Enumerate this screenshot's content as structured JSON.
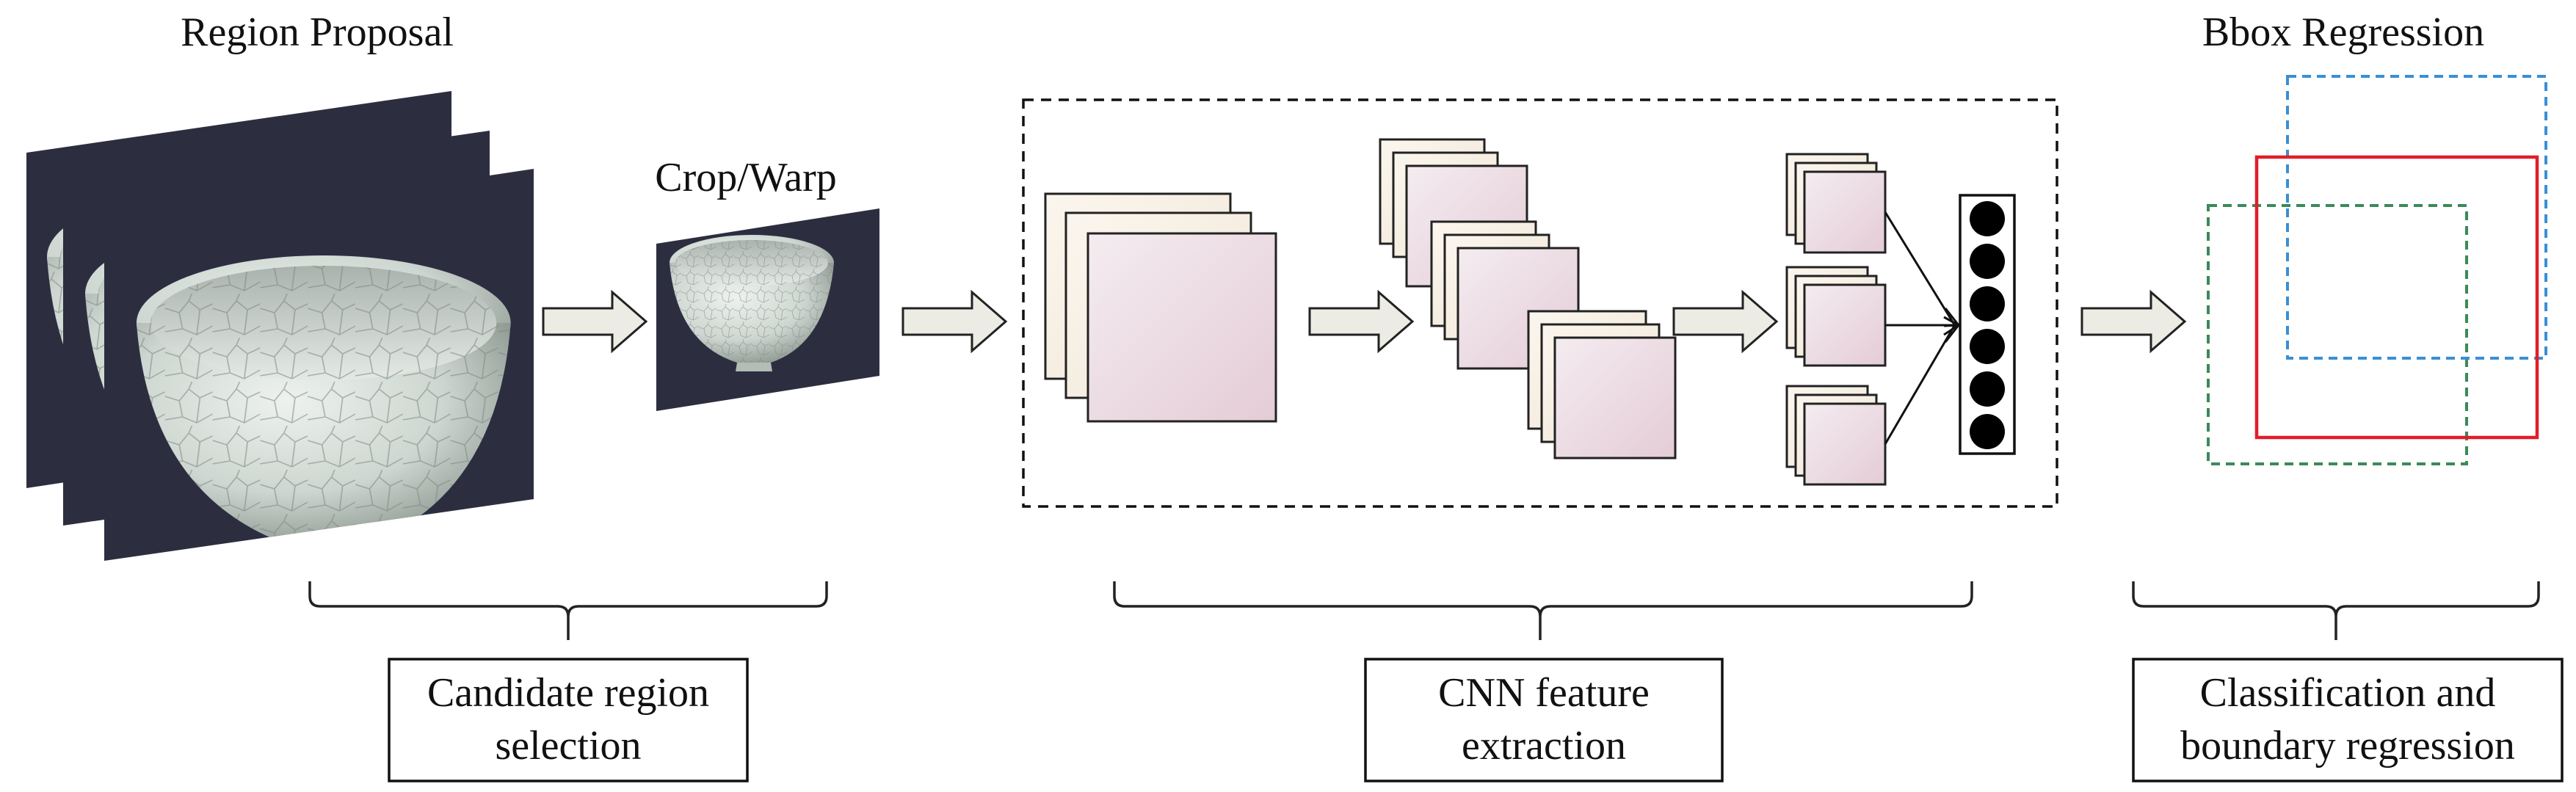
{
  "labels": {
    "region_proposal": "Region Proposal",
    "crop_warp": "Crop/Warp",
    "bbox_regression": "Bbox Regression"
  },
  "stages": [
    {
      "line1": "Candidate region",
      "line2": "selection"
    },
    {
      "line1": "CNN feature",
      "line2": "extraction"
    },
    {
      "line1": "Classification and",
      "line2": "boundary regression"
    }
  ],
  "colors": {
    "arrow_fill": "#ecece4",
    "feature_map_fill": "#ecd8e0",
    "feature_map_back_fill": "#f4ecdc",
    "photo_background": "#2c2e40",
    "bowl_glaze": "#d4dbd4",
    "box_blue": "#3a8fd4",
    "box_red": "#e01e2a",
    "box_green": "#3a8a5a"
  },
  "icons": [
    "bowl-photo-icon",
    "arrow-right-icon",
    "feature-map-icon",
    "neuron-icon"
  ]
}
